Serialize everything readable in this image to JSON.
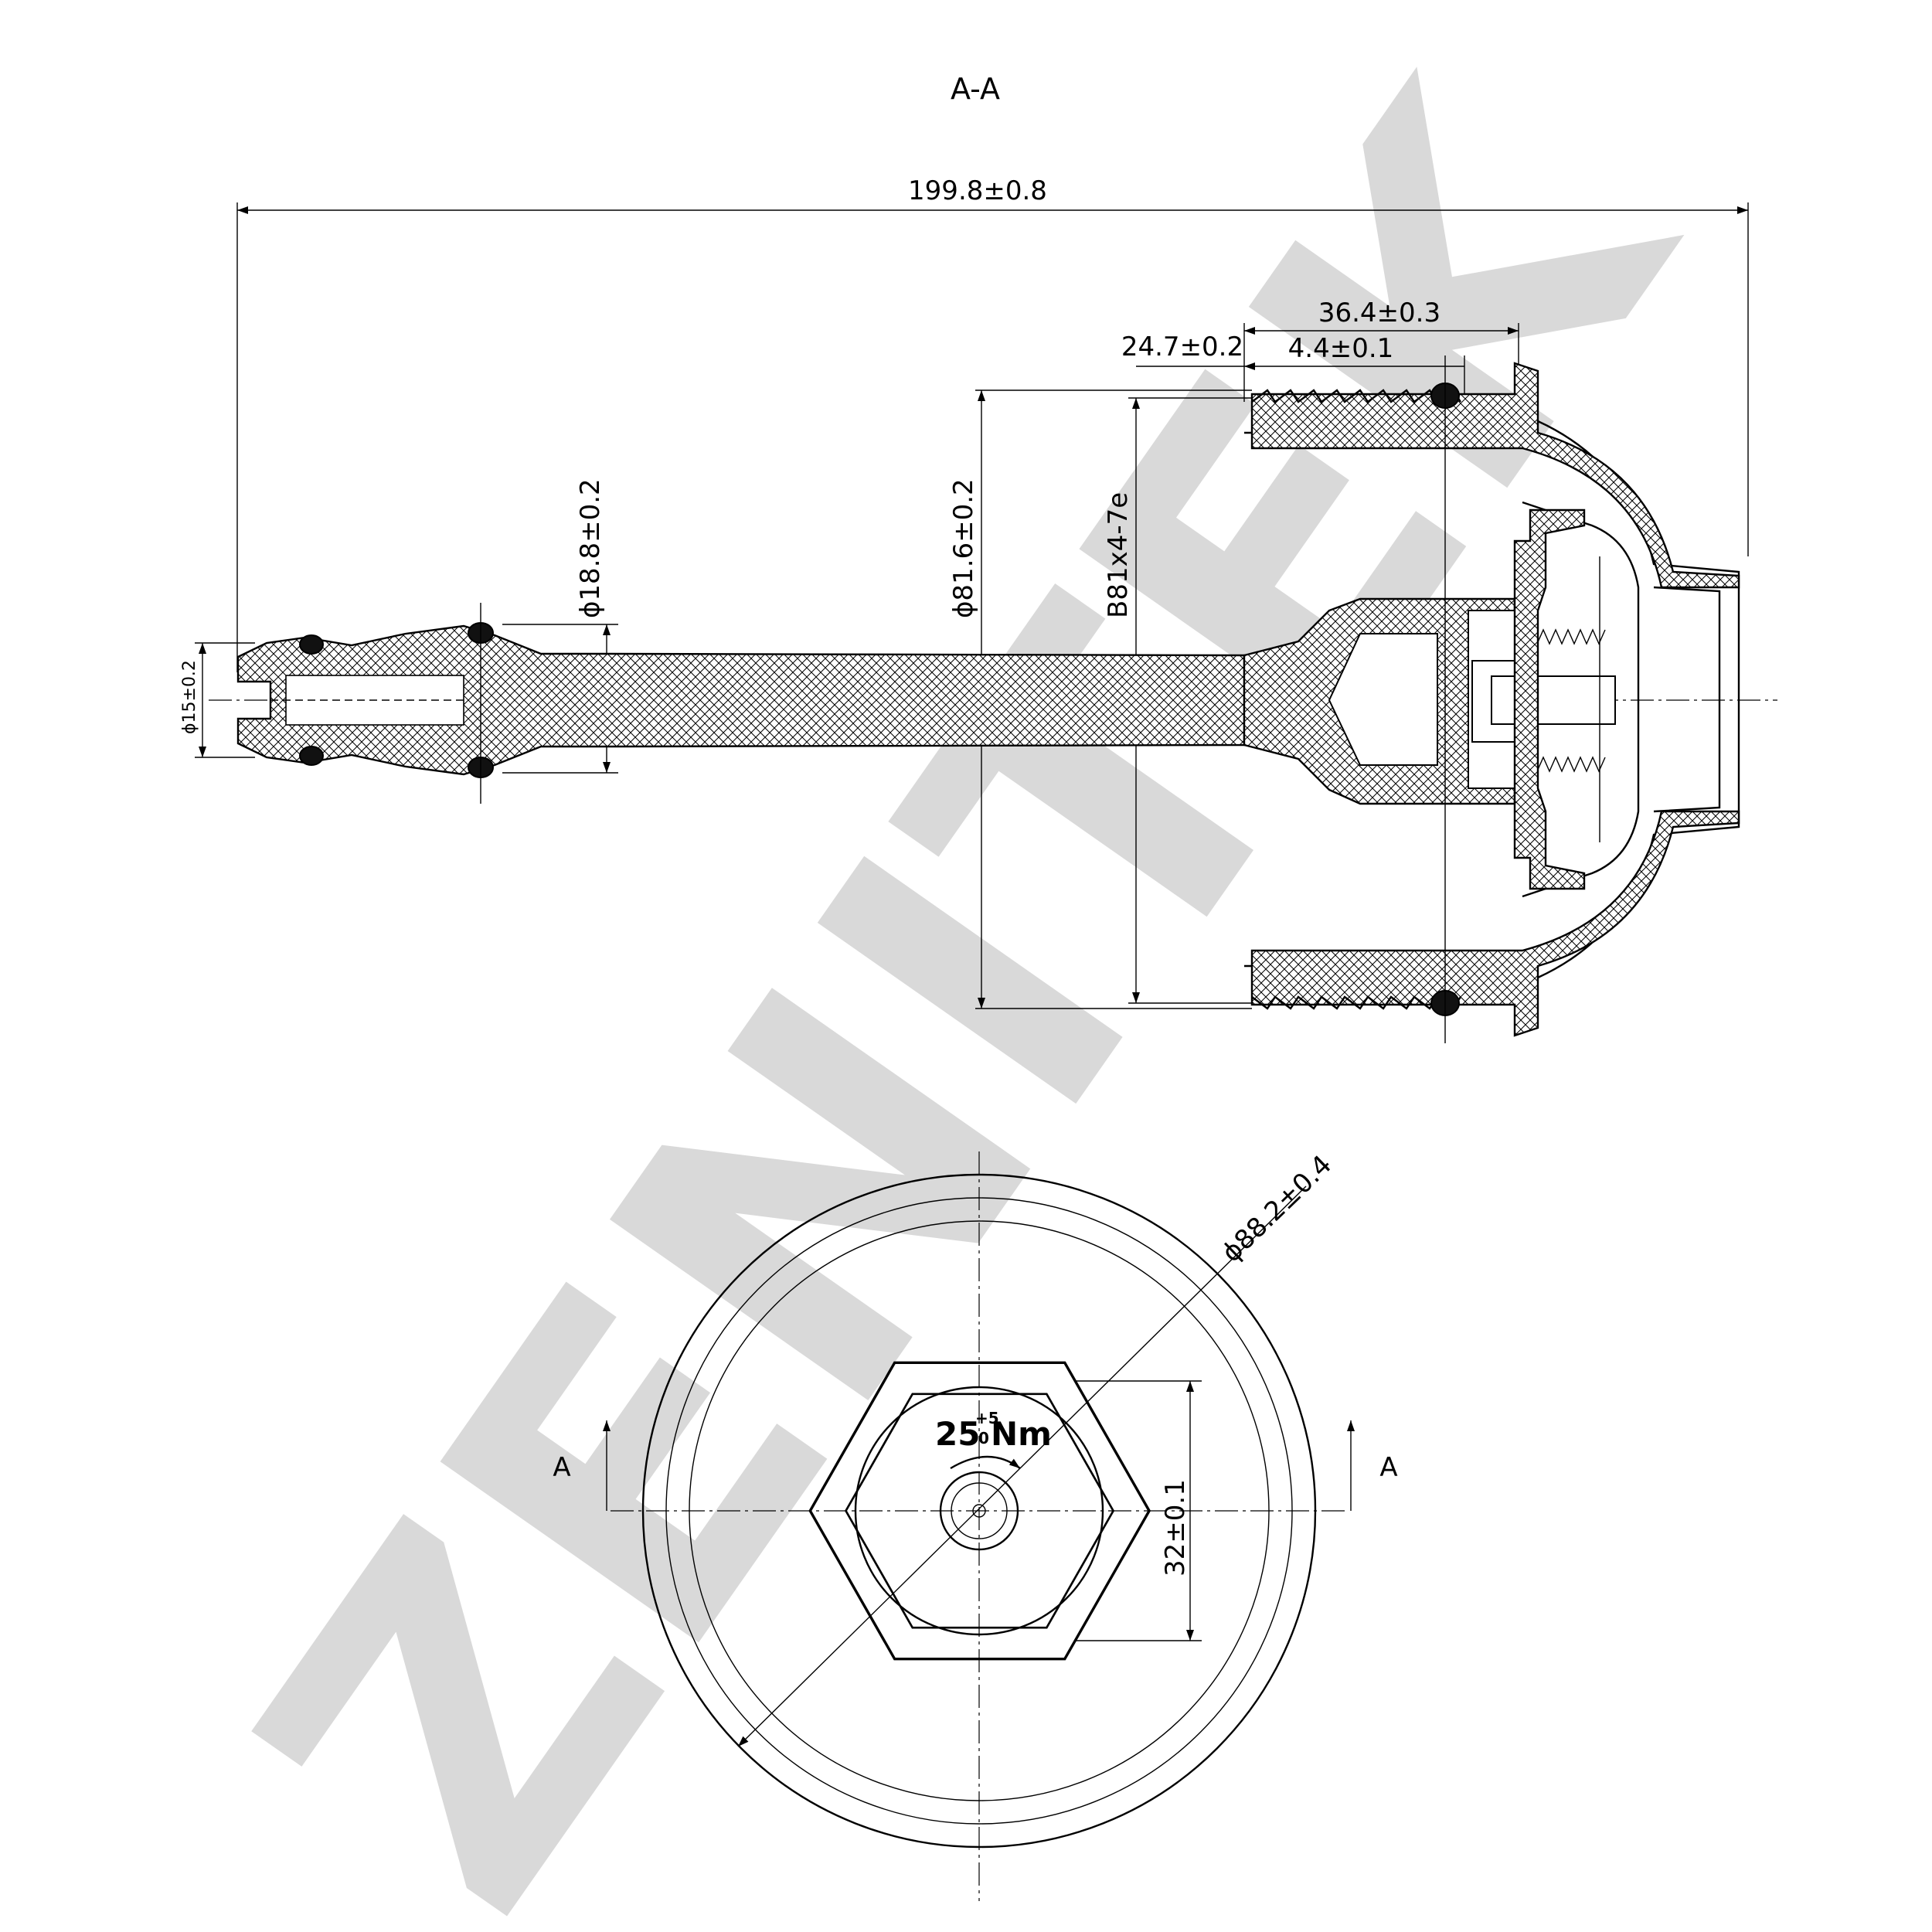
{
  "watermark": {
    "text": "ZENITEK",
    "color": "#d9d9d9"
  },
  "section_view": {
    "title": "A-A",
    "dims": {
      "overall_length": "199.8±0.8",
      "thread_length": "36.4±0.3",
      "thread_offset": "24.7±0.2",
      "seal_offset": "4.4±0.1",
      "stem_diameter": "ϕ18.8±0.2",
      "body_diameter": "ϕ81.6±0.2",
      "thread_spec": "B81x4-7e",
      "tip_diameter": "ϕ15±0.2"
    }
  },
  "top_view": {
    "section_mark": "A",
    "outer_diameter": "ϕ88.2±0.4",
    "hex_across_flats": "32±0.1",
    "torque": {
      "value": "25",
      "tolerance_upper": "+5",
      "tolerance_lower": "0",
      "unit": "Nm"
    }
  }
}
